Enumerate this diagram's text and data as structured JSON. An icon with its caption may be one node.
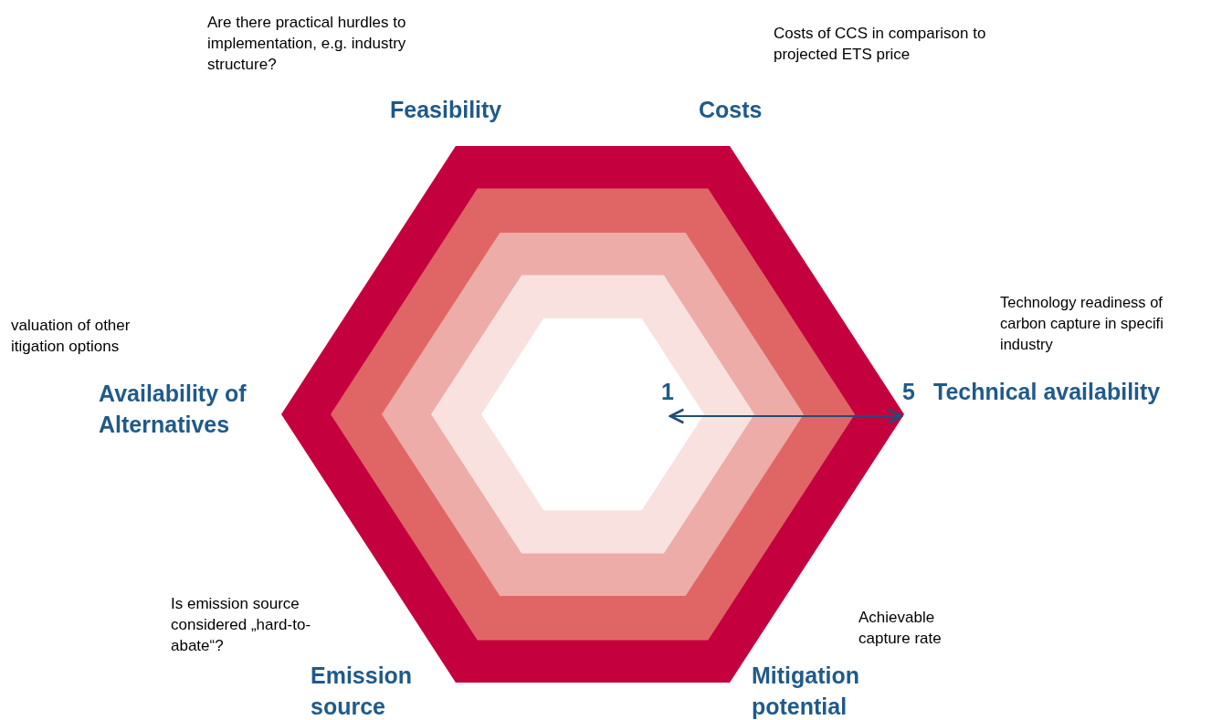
{
  "diagram": {
    "labels": [
      "Are there practical hurdles to implementation, e.g. industry structure?",
      "Costs of CCS in comparison to projected ETS price",
      "Feasibility",
      "Costs",
      "valuation of other itigation options",
      "Technology readiness of carbon capture in specifi industry",
      "Availability of Alternatives",
      "1",
      "5",
      "Technical availability",
      "Is emission source considered „hard-to-abate“?",
      "Achievable capture rate",
      "Emission source",
      "Mitigation potential"
    ]
  }
}
